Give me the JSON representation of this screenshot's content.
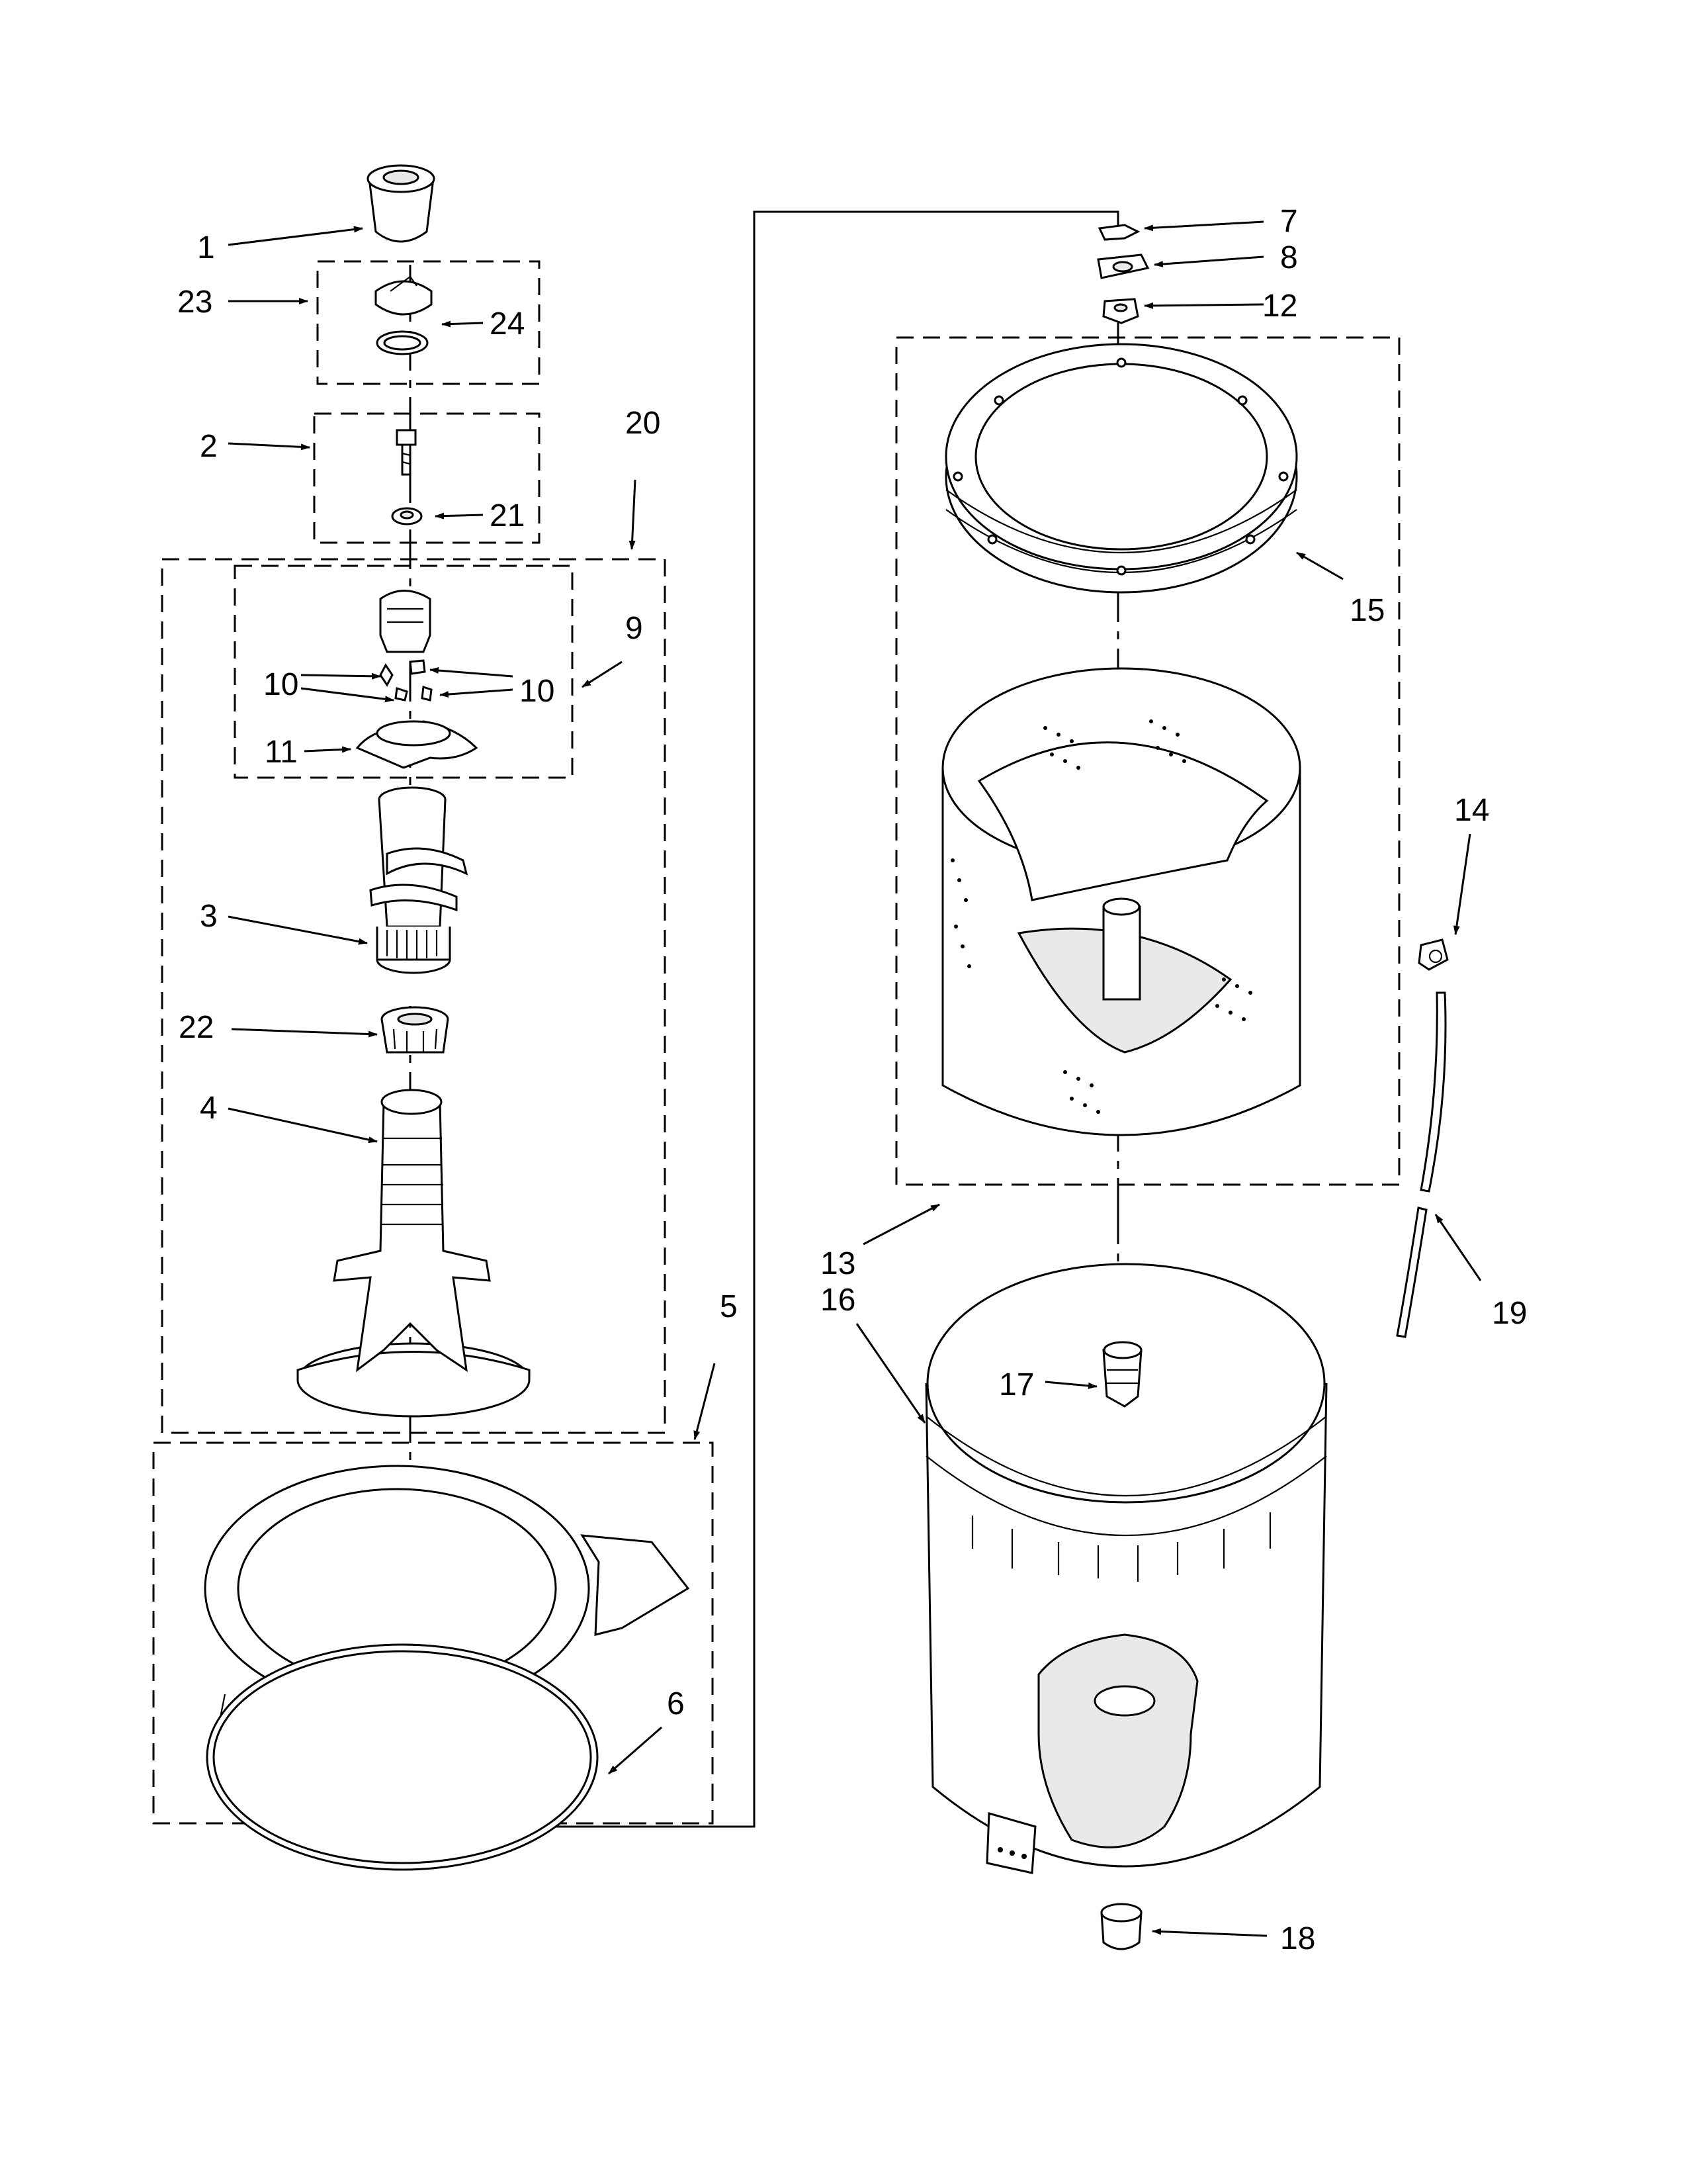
{
  "callouts": {
    "c1": "1",
    "c2": "2",
    "c3": "3",
    "c4": "4",
    "c5": "5",
    "c6": "6",
    "c7": "7",
    "c8": "8",
    "c9": "9",
    "c10a": "10",
    "c10b": "10",
    "c11": "11",
    "c12": "12",
    "c13": "13",
    "c14": "14",
    "c15": "15",
    "c16": "16",
    "c17": "17",
    "c18": "18",
    "c19": "19",
    "c20": "20",
    "c21": "21",
    "c22": "22",
    "c23": "23",
    "c24": "24"
  },
  "colors": {
    "line": "#000000",
    "background": "#ffffff"
  }
}
